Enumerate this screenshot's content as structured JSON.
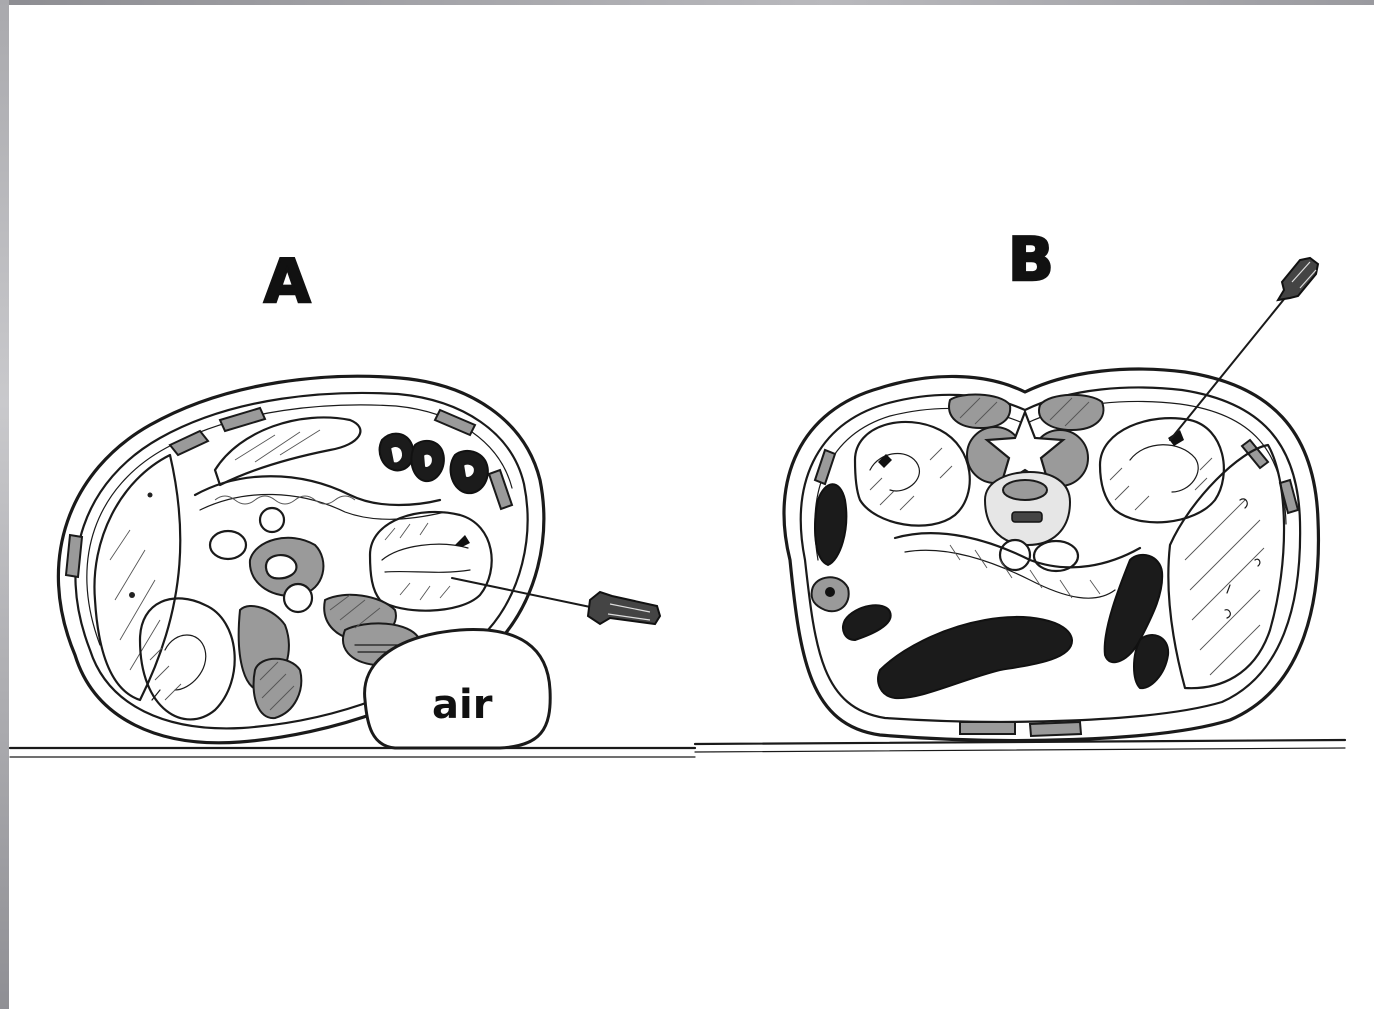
{
  "figure": {
    "panel_a_label": "A",
    "panel_b_label": "B",
    "air_label": "air",
    "needle_icon": "spinal-needle-icon"
  },
  "colors": {
    "ink": "#1a1a1a",
    "frame": "#a9a9ad",
    "background": "#ffffff"
  }
}
